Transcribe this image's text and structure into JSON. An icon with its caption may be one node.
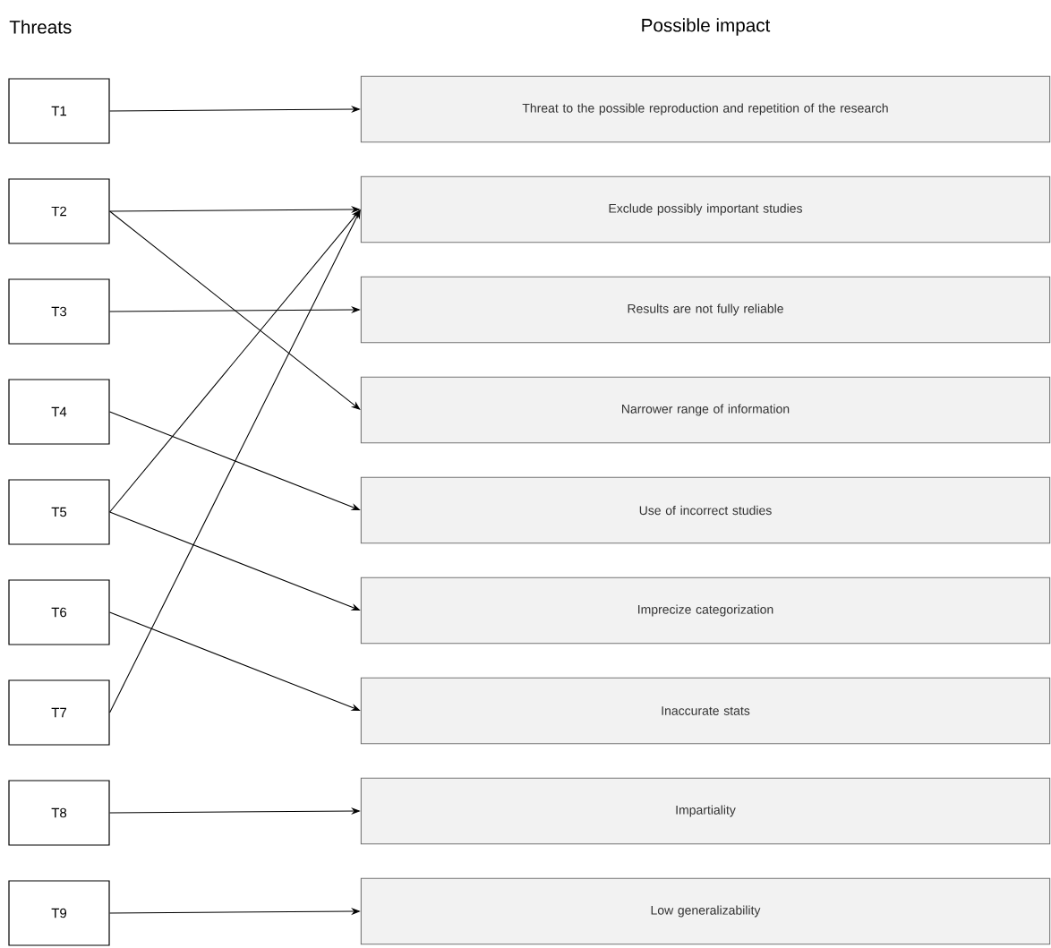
{
  "diagram": {
    "nodes": [
      {
        "text": [
          "T1"
        ]
      },
      {
        "text": [
          "T2"
        ]
      },
      {
        "text": [
          "T3"
        ]
      },
      {
        "text": [
          "T4"
        ]
      },
      {
        "text": [
          "T5"
        ]
      },
      {
        "text": [
          "T6"
        ]
      },
      {
        "text": [
          "T7"
        ]
      },
      {
        "text": [
          "T8"
        ]
      },
      {
        "text": [
          "T9"
        ]
      },
      {
        "text": [
          "Threat to the possible reproduction and repetition of the research"
        ]
      },
      {
        "text": [
          "Exclude possibly important studies"
        ]
      },
      {
        "text": [
          "Results are not fully reliable"
        ]
      },
      {
        "text": [
          "Narrower range of information"
        ]
      },
      {
        "text": [
          "Use of incorrect studies"
        ]
      },
      {
        "text": [
          "Imprecize categorization"
        ]
      },
      {
        "text": [
          "Inaccurate stats"
        ]
      },
      {
        "text": [
          "Impartiality"
        ]
      },
      {
        "text": [
          "Low generalizability"
        ]
      }
    ],
    "edges": [
      {
        "from": 0,
        "to": 9,
        "arrow": "to"
      },
      {
        "from": 1,
        "to": 10,
        "arrow": "to"
      },
      {
        "from": 1,
        "to": 12,
        "arrow": "to"
      },
      {
        "from": 2,
        "to": 11,
        "arrow": "to"
      },
      {
        "from": 3,
        "to": 13,
        "arrow": "to"
      },
      {
        "from": 4,
        "to": 10,
        "arrow": "to"
      },
      {
        "from": 4,
        "to": 14,
        "arrow": "to"
      },
      {
        "from": 5,
        "to": 15,
        "arrow": "to"
      },
      {
        "from": 6,
        "to": 10,
        "arrow": "to"
      },
      {
        "from": 7,
        "to": 16,
        "arrow": "to"
      },
      {
        "from": 8,
        "to": 17,
        "arrow": "to"
      }
    ],
    "labels": [
      "Threats",
      "Possible impact"
    ]
  }
}
